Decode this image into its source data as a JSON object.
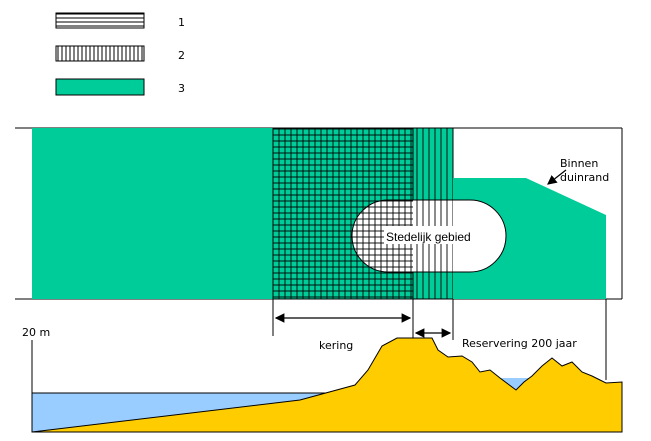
{
  "legend": {
    "items": [
      {
        "number": "1",
        "pattern": "horizontal-hatch"
      },
      {
        "number": "2",
        "pattern": "vertical-hatch"
      },
      {
        "number": "3",
        "pattern": "solid",
        "color": "#00CC99"
      }
    ]
  },
  "labels": {
    "binnen_line1": "Binnen",
    "binnen_line2": "duinrand",
    "stedelijk": "Stedelijk gebied",
    "twenty_m": "20 m",
    "kering": "kering",
    "reservering": "Reservering 200 jaar"
  },
  "colors": {
    "green": "#00CC99",
    "sand": "#FFCC00",
    "water": "#99CCFF",
    "line": "#000000"
  }
}
